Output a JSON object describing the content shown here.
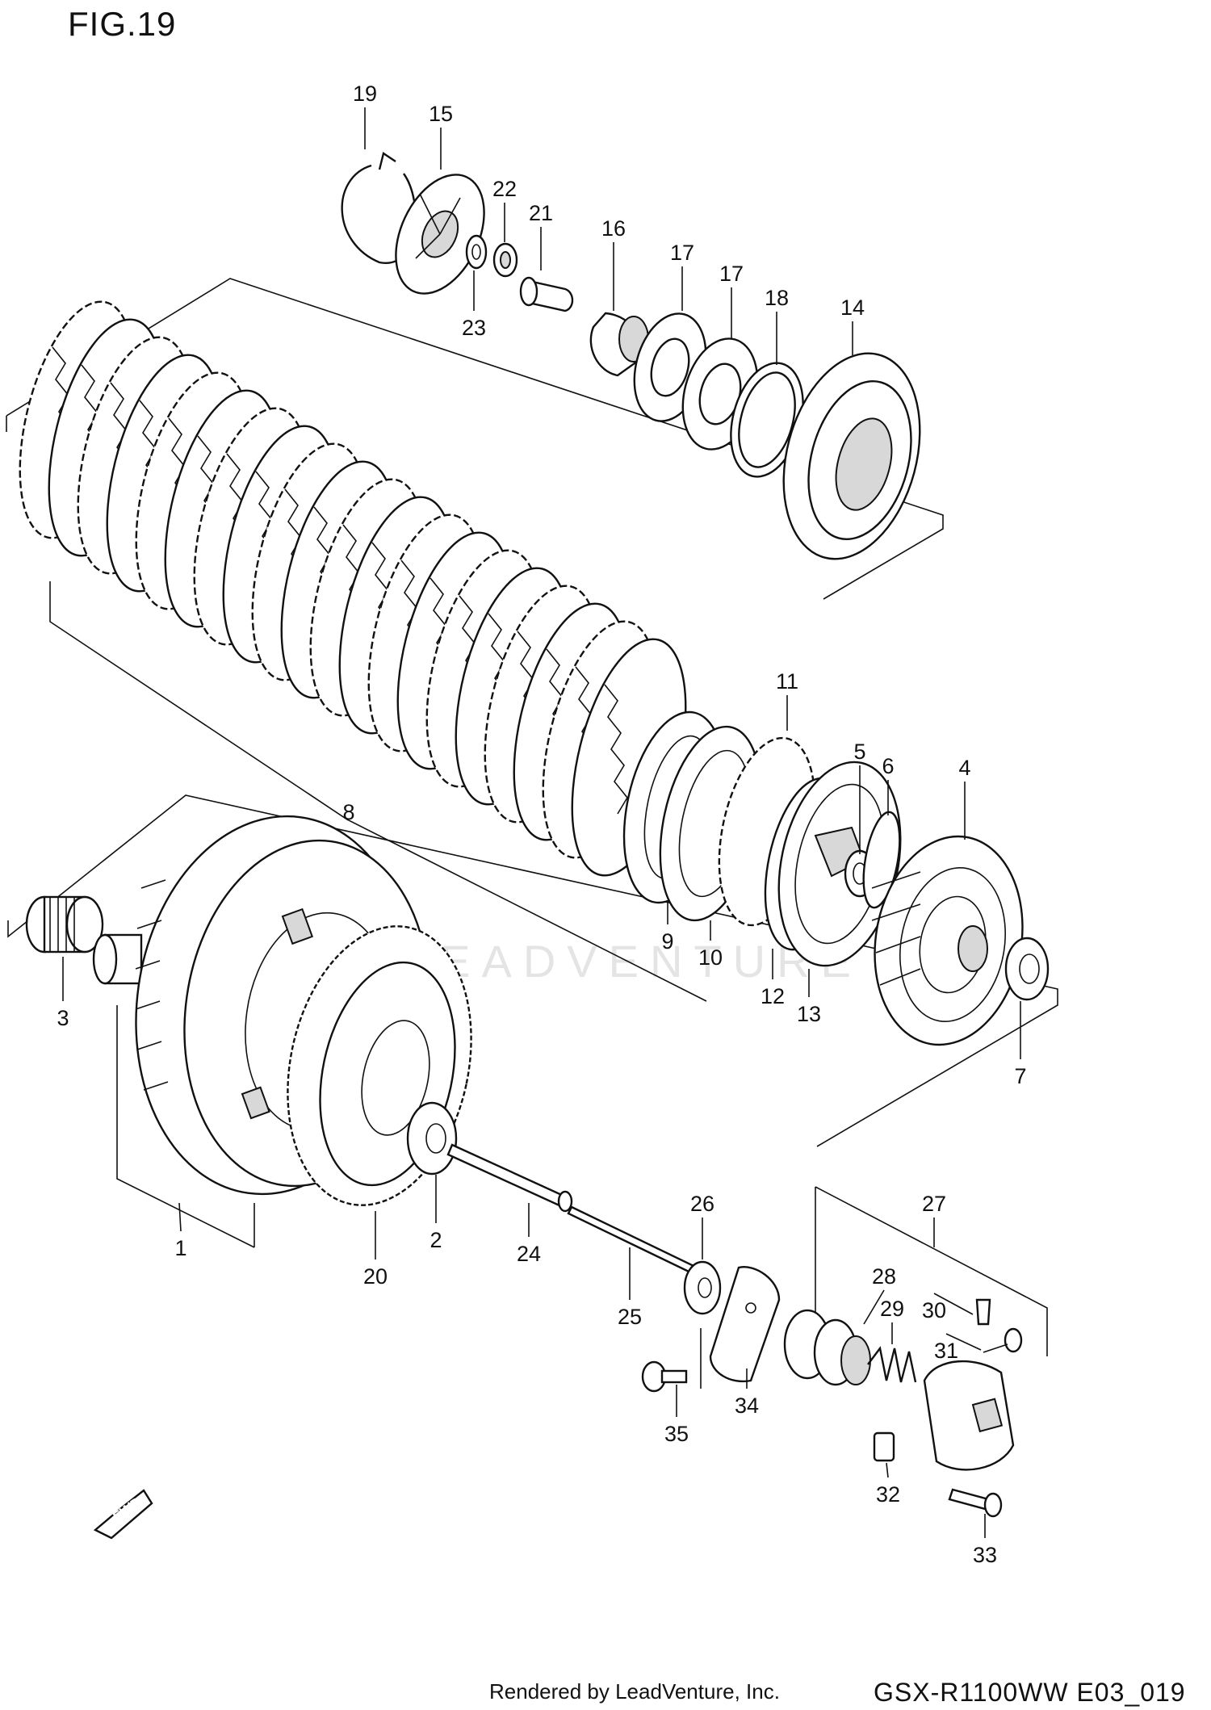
{
  "figure": {
    "title": "FIG.19",
    "watermark": "LEADVENTURE",
    "direction_label": "FWD",
    "footer_left": "Rendered by LeadVenture, Inc.",
    "footer_right": "GSX-R1100WW   E03_019"
  },
  "callouts": [
    "1",
    "2",
    "3",
    "4",
    "5",
    "6",
    "7",
    "8",
    "9",
    "10",
    "11",
    "12",
    "13",
    "14",
    "15",
    "16",
    "17",
    "17",
    "18",
    "19",
    "20",
    "21",
    "22",
    "23",
    "24",
    "25",
    "26",
    "27",
    "28",
    "29",
    "30",
    "31",
    "32",
    "33",
    "34",
    "35"
  ]
}
